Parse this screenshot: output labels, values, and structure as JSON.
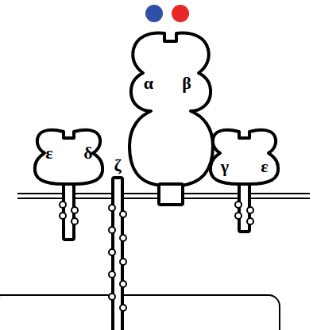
{
  "diagram": {
    "labels": [
      "ε",
      "δ",
      "ζ",
      "α",
      "β",
      "γ",
      "ε"
    ]
  }
}
